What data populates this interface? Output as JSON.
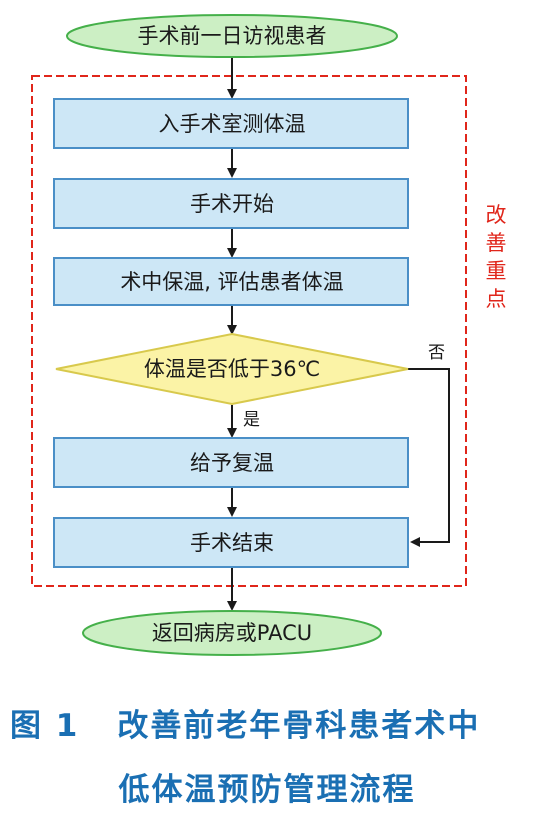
{
  "flow": {
    "start": "手术前一日访视患者",
    "step1": "入手术室测体温",
    "step2": "手术开始",
    "step3": "术中保温, 评估患者体温",
    "decision": "体温是否低于36℃",
    "yes_label": "是",
    "no_label": "否",
    "step4": "给予复温",
    "step5": "手术结束",
    "end": "返回病房或PACU"
  },
  "improvement_label": [
    "改",
    "善",
    "重",
    "点"
  ],
  "caption": {
    "figure_number": "图 1",
    "title_line1": "改善前老年骨科患者术中",
    "title_line2": "低体温预防管理流程"
  },
  "colors": {
    "box_fill": "#cde7f6",
    "box_stroke": "#4a8fc7",
    "oval_fill": "#ccefc4",
    "oval_stroke": "#45b04a",
    "diamond_fill": "#fbf3a6",
    "diamond_stroke": "#d8c94c",
    "dashed_border": "#e0261b",
    "caption": "#1a6fb3"
  }
}
